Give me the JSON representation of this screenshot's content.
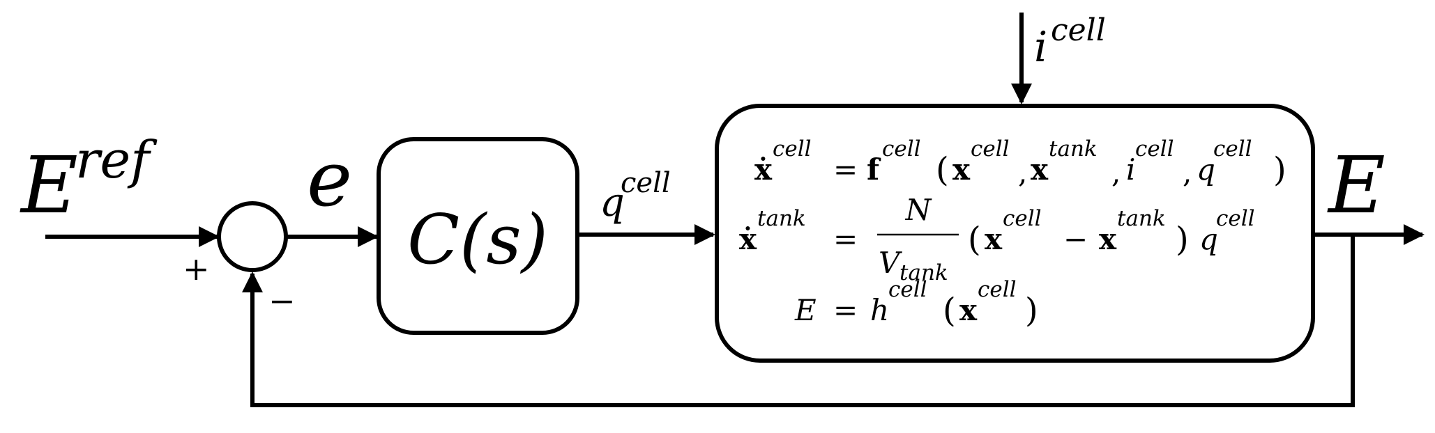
{
  "labels": {
    "eref_base": "E",
    "eref_sup": "ref",
    "error": "e",
    "plus": "+",
    "minus": "−",
    "controller": "C(s)",
    "q_base": "q",
    "q_sup": "cell",
    "i_base": "i",
    "i_sup": "cell",
    "output": "E"
  },
  "plant": {
    "eq1": {
      "lhs_base": "ẋ",
      "lhs_sup": "cell",
      "eq": "=",
      "f_base": "f",
      "f_sup": "cell",
      "open": "(",
      "arg1_base": "x",
      "arg1_sup": "cell",
      "arg2_base": "x",
      "arg2_sup": "tank",
      "arg3_base": "i",
      "arg3_sup": "cell",
      "arg4_base": "q",
      "arg4_sup": "cell",
      "comma": ",",
      "close": ")"
    },
    "eq2": {
      "lhs_base": "ẋ",
      "lhs_sup": "tank",
      "eq": "=",
      "num": "N",
      "den_base": "V",
      "den_sub": "tank",
      "open": "(",
      "a_base": "x",
      "a_sup": "cell",
      "minus": "−",
      "b_base": "x",
      "b_sup": "tank",
      "close": ")",
      "q_base": "q",
      "q_sup": "cell"
    },
    "eq3": {
      "lhs": "E",
      "eq": "=",
      "h_base": "h",
      "h_sup": "cell",
      "open": "(",
      "x_base": "x",
      "x_sup": "cell",
      "close": ")"
    }
  }
}
